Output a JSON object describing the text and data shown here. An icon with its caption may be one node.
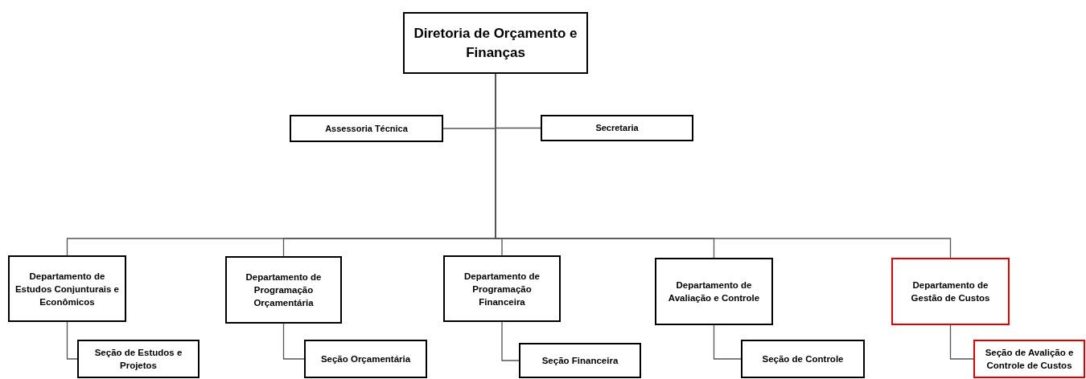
{
  "diagram": {
    "nodes": [
      {
        "text": [
          "Diretoria de Orçamento e Finanças"
        ]
      },
      {
        "text": [
          "Assessoria Técnica"
        ]
      },
      {
        "text": [
          "Secretaria"
        ]
      },
      {
        "text": [
          "Departamento de Estudos Conjunturais e Econômicos"
        ]
      },
      {
        "text": [
          "Seção de Estudos e Projetos"
        ]
      },
      {
        "text": [
          "Departamento de Programação Orçamentária"
        ]
      },
      {
        "text": [
          "Seção Orçamentária"
        ]
      },
      {
        "text": [
          "Departamento de Programação Financeira"
        ]
      },
      {
        "text": [
          "Seção Financeira"
        ]
      },
      {
        "text": [
          "Departamento de Avaliação e Controle"
        ]
      },
      {
        "text": [
          "Seção de Controle"
        ]
      },
      {
        "text": [
          "Departamento de Gestão de Custos"
        ]
      },
      {
        "text": [
          "Seção de Avalição e Controle de Custos"
        ]
      }
    ],
    "edges": [
      {
        "from": 0,
        "to": 1,
        "arrow": "none"
      },
      {
        "from": 0,
        "to": 2,
        "arrow": "none"
      },
      {
        "from": 0,
        "to": 3,
        "arrow": "none"
      },
      {
        "from": 0,
        "to": 5,
        "arrow": "none"
      },
      {
        "from": 0,
        "to": 7,
        "arrow": "none"
      },
      {
        "from": 0,
        "to": 9,
        "arrow": "none"
      },
      {
        "from": 0,
        "to": 11,
        "arrow": "none"
      },
      {
        "from": 3,
        "to": 4,
        "arrow": "none"
      },
      {
        "from": 5,
        "to": 6,
        "arrow": "none"
      },
      {
        "from": 7,
        "to": 8,
        "arrow": "none"
      },
      {
        "from": 9,
        "to": 10,
        "arrow": "none"
      },
      {
        "from": 11,
        "to": 12,
        "arrow": "none"
      }
    ]
  }
}
